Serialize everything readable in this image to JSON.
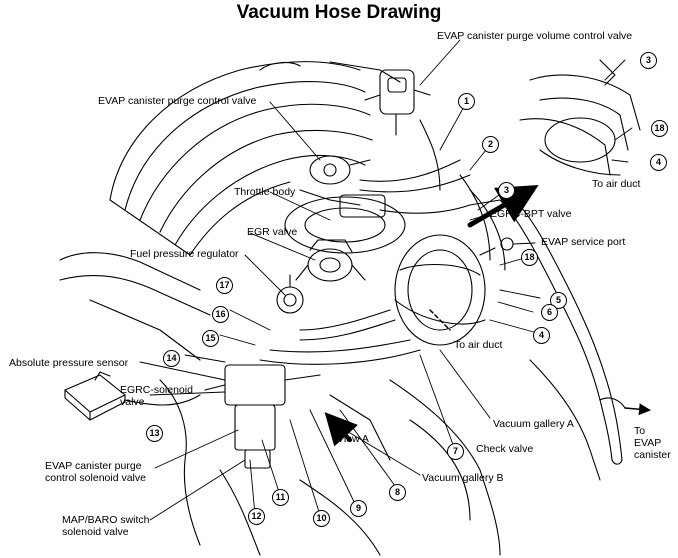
{
  "title": "Vacuum Hose Drawing",
  "colors": {
    "ink": "#000000",
    "paper": "#ffffff"
  },
  "labels": {
    "evap_purge_volume_valve": "EVAP canister purge volume control valve",
    "evap_purge_control_valve": "EVAP canister purge control valve",
    "throttle_body": "Throttle body",
    "egrc_bpt_valve": "EGRC-BPT valve",
    "evap_service_port": "EVAP service port",
    "egr_valve": "EGR valve",
    "fuel_pressure_regulator": "Fuel pressure regulator",
    "absolute_pressure_sensor": "Absolute pressure sensor",
    "egrc_solenoid_valve": "EGRC-solenoid\nvalve",
    "to_air_duct_top": "To air duct",
    "to_air_duct_mid": "To air duct",
    "vacuum_gallery_a": "Vacuum gallery A",
    "check_valve": "Check valve",
    "view_a": "View A",
    "vacuum_gallery_b": "Vacuum gallery B",
    "evap_purge_solenoid_valve": "EVAP canister purge\ncontrol solenoid valve",
    "map_baro_switch": "MAP/BARO switch\nsolenoid valve",
    "to_evap_canister": "To\nEVAP\ncanister"
  },
  "callouts": [
    "1",
    "2",
    "3",
    "3",
    "4",
    "4",
    "5",
    "6",
    "7",
    "8",
    "9",
    "10",
    "11",
    "12",
    "13",
    "14",
    "15",
    "16",
    "17",
    "18",
    "18"
  ]
}
